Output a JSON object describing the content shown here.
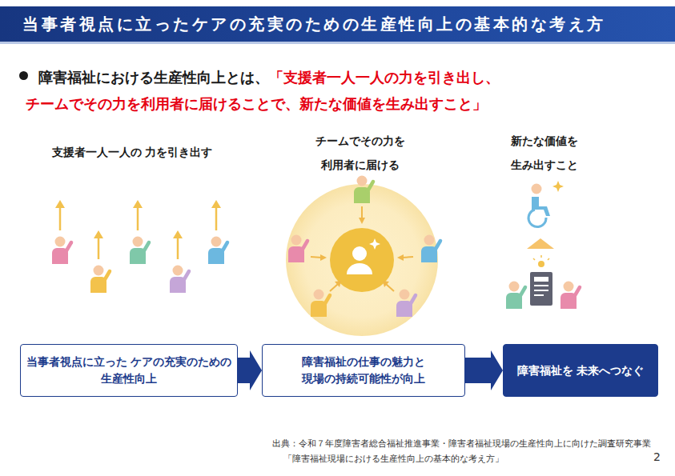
{
  "diagram": {
    "title": "当事者視点に立ったケアの充実のための生産性向上の基本的な考え方",
    "caption": "出典：令和７年度障害者総合福祉推進事業・障害者福祉現場の生産性向上に向けた調査研究事業 「障害福祉現場における生産性向上の基本的な考え方」",
    "nodes": [
      {
        "text": [
          "当事者視点に立った ケアの充実のための 生産性向上"
        ]
      },
      {
        "text": [
          "障害福祉の仕事の魅力と 現場の持続可能性が向上"
        ]
      },
      {
        "text": [
          "障害福祉を 未来へつなぐ"
        ]
      }
    ],
    "edges": [
      {
        "from": 0,
        "to": 1,
        "arrow": "to"
      },
      {
        "from": 1,
        "to": 2,
        "arrow": "to"
      }
    ],
    "labels": [
      "障害福祉における生産性向上とは、",
      "「支援者一人一人の力を引き出し、チームでその力を利用者に届けることで、新たな価値を生み出すこと」",
      "支援者一人一人の 力を引き出す",
      "チームでその力を 利用者に届ける",
      "新たな価値を 生み出すこと",
      "2"
    ]
  }
}
